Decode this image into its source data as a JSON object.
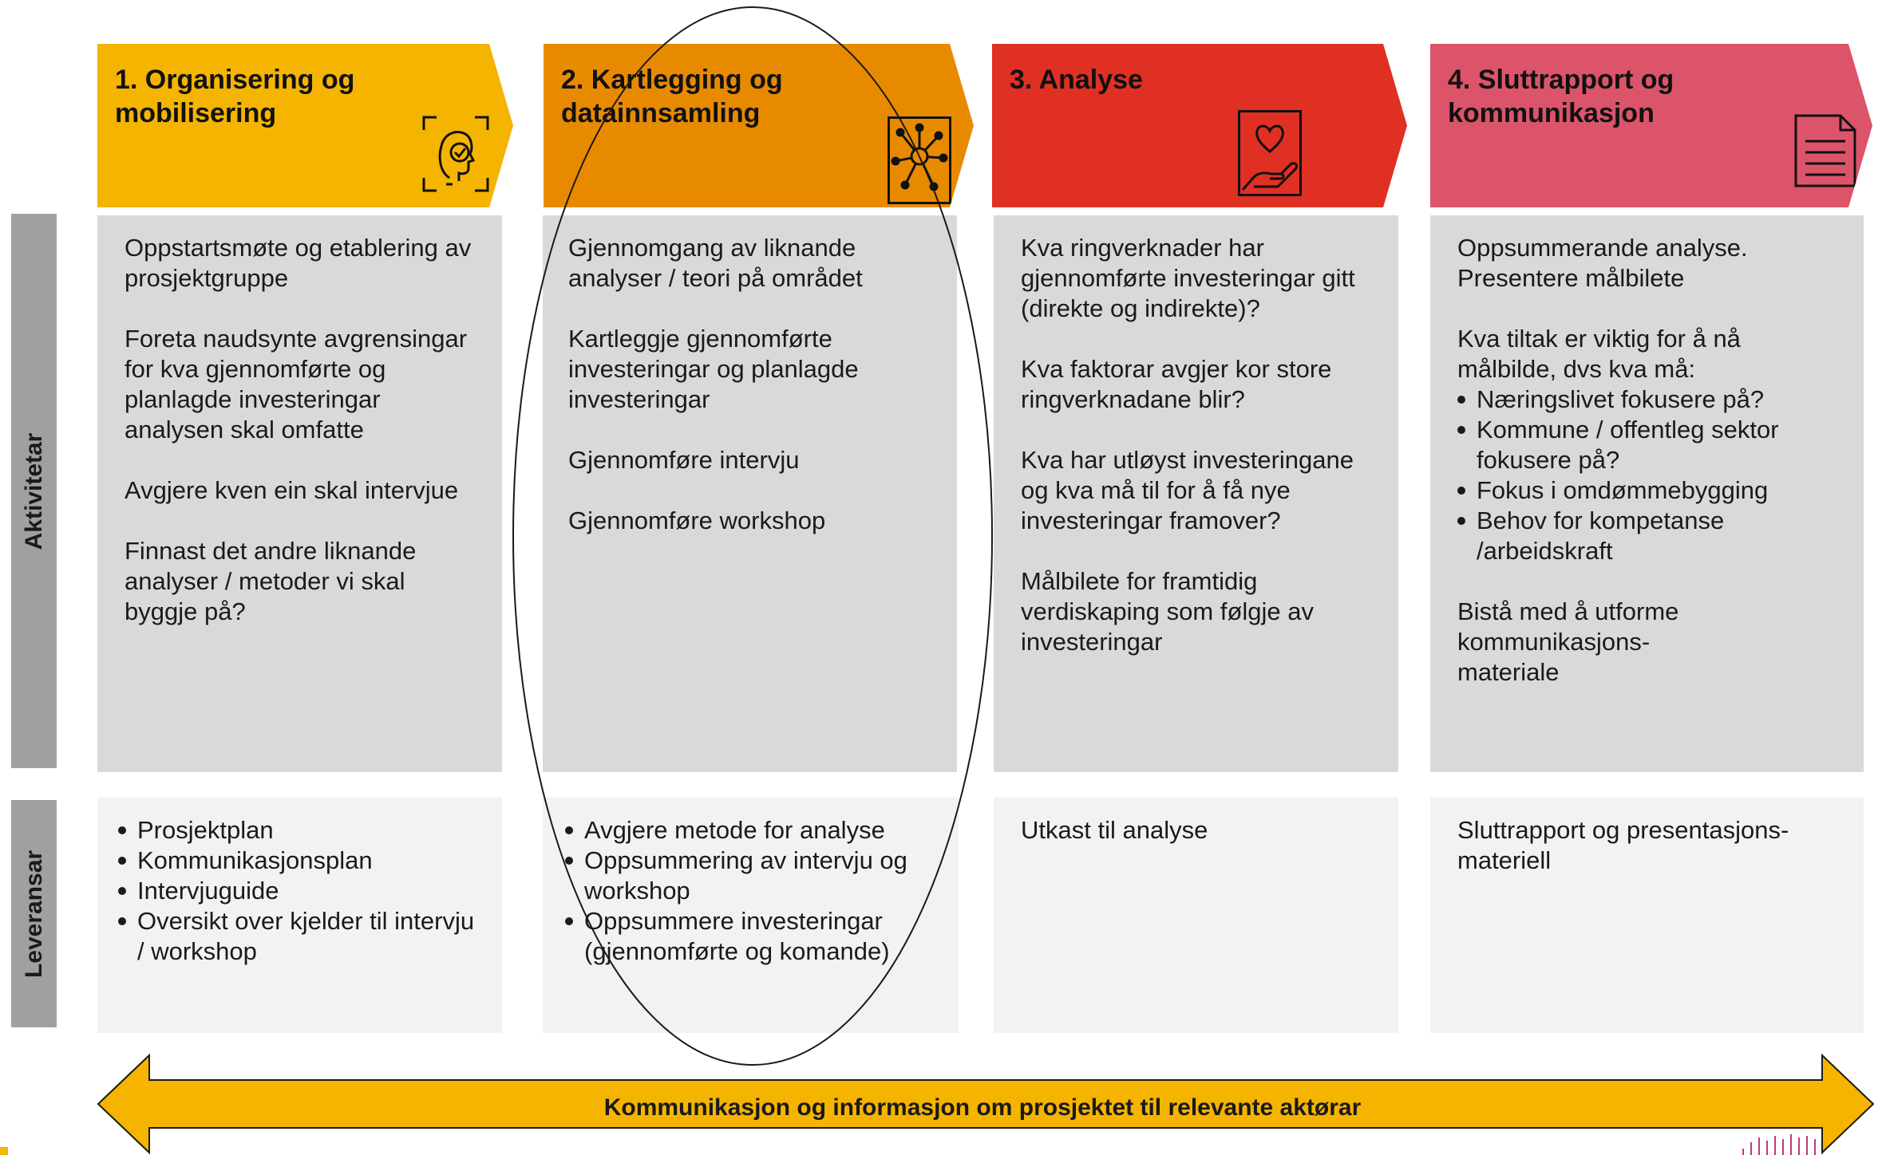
{
  "colors": {
    "phase1": "#f5b400",
    "phase2": "#e88a00",
    "phase3": "#df3023",
    "phase4": "#dc546a",
    "row_label": "#a0a0a0",
    "activity_box": "#d9d9d9",
    "deliverable_box": "#f2f2f2",
    "arrow": "#f5b400"
  },
  "row_labels": {
    "activities": "Aktivitetar",
    "deliverables": "Leveransar"
  },
  "phases": [
    {
      "title": "1. Organisering og mobilisering",
      "icon": "face-scan-check-icon",
      "activities": [
        "Oppstartsmøte og etablering av prosjektgruppe",
        "Foreta naudsynte avgrensingar for kva gjennomførte og planlagde investeringar analysen skal omfatte",
        "Avgjere kven ein skal intervjue",
        "Finnast det andre liknande analyser / metoder vi skal byggje på?"
      ],
      "deliverables": [
        "Prosjektplan",
        "Kommunikasjonsplan",
        "Intervjuguide",
        "Oversikt over kjelder til intervju / workshop"
      ]
    },
    {
      "title": "2. Kartlegging og datainnsamling",
      "icon": "network-nodes-icon",
      "activities": [
        "Gjennomgang av liknande analyser / teori på området",
        "Kartleggje gjennomførte investeringar og planlagde investeringar",
        "Gjennomføre intervju",
        "Gjennomføre workshop"
      ],
      "deliverables": [
        "Avgjere metode for analyse",
        "Oppsummering av  intervju og workshop",
        "Oppsummere investeringar (gjennomførte og komande)"
      ]
    },
    {
      "title": "3. Analyse",
      "icon": "heart-hand-icon",
      "activities": [
        "Kva ringverknader har gjennomførte investeringar gitt (direkte og indirekte)?",
        "Kva faktorar avgjer kor store ringverknadane blir?",
        "Kva har utløyst investeringane og kva må til for å få nye investeringar framover?",
        "Målbilete for framtidig verdiskaping som følgje av investeringar"
      ],
      "deliverables_text": "Utkast til analyse"
    },
    {
      "title": "4. Sluttrapport og kommunikasjon",
      "icon": "document-lines-icon",
      "activities_intro": "Oppsummerande analyse. Presentere målbilete",
      "activities_question": "Kva tiltak er viktig for å nå målbilde, dvs kva må:",
      "activities_bullets": [
        "Næringslivet fokusere på?",
        "Kommune / offentleg sektor fokusere på?",
        "Fokus i omdømmebygging",
        "Behov for kompetanse /arbeidskraft"
      ],
      "activities_outro": "Bistå med å utforme kommunikasjons-materiale",
      "deliverables_text": "Sluttrapport og presentasjons-materiell"
    }
  ],
  "bottom_arrow": {
    "text": "Kommunikasjon og informasjon om prosjektet til relevante aktørar"
  }
}
